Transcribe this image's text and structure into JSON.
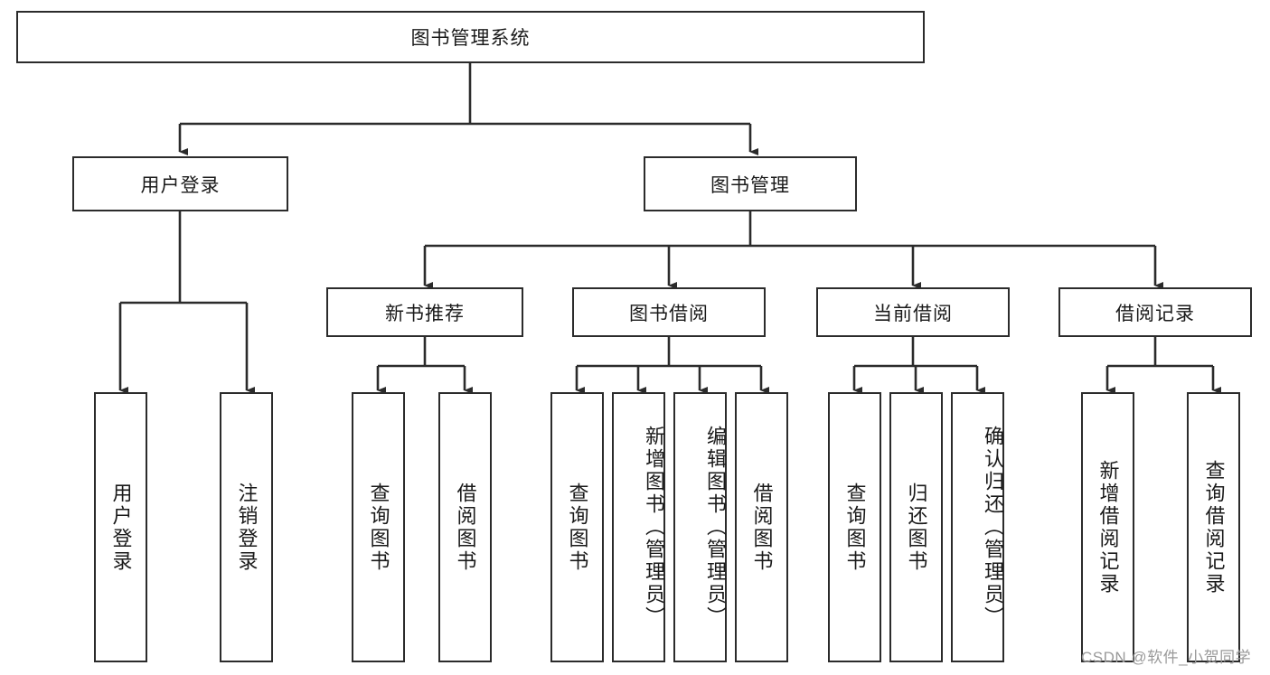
{
  "diagram": {
    "type": "tree-hierarchy",
    "title": "图书管理系统",
    "root": {
      "label": "图书管理系统"
    },
    "level1": [
      {
        "label": "用户登录"
      },
      {
        "label": "图书管理"
      }
    ],
    "level2": [
      {
        "label": "新书推荐",
        "parent": "图书管理"
      },
      {
        "label": "图书借阅",
        "parent": "图书管理"
      },
      {
        "label": "当前借阅",
        "parent": "图书管理"
      },
      {
        "label": "借阅记录",
        "parent": "图书管理"
      }
    ],
    "leaves": {
      "user_login": [
        {
          "label": "用户登录"
        },
        {
          "label": "注销登录"
        }
      ],
      "new_book_recommend": [
        {
          "label": "查询图书"
        },
        {
          "label": "借阅图书"
        }
      ],
      "book_borrow": [
        {
          "label": "查询图书"
        },
        {
          "label": "新增图书（管理员）"
        },
        {
          "label": "编辑图书（管理员）"
        },
        {
          "label": "借阅图书"
        }
      ],
      "current_borrow": [
        {
          "label": "查询图书"
        },
        {
          "label": "归还图书"
        },
        {
          "label": "确认归还（管理员）"
        }
      ],
      "borrow_record": [
        {
          "label": "新增借阅记录"
        },
        {
          "label": "查询借阅记录"
        }
      ]
    }
  },
  "watermark": {
    "text": "CSDN @软件_小贺同学"
  },
  "colors": {
    "stroke": "#2b2b2b",
    "fill": "#ffffff",
    "text": "#1a1a1a",
    "watermark": "#9a9a9a"
  }
}
